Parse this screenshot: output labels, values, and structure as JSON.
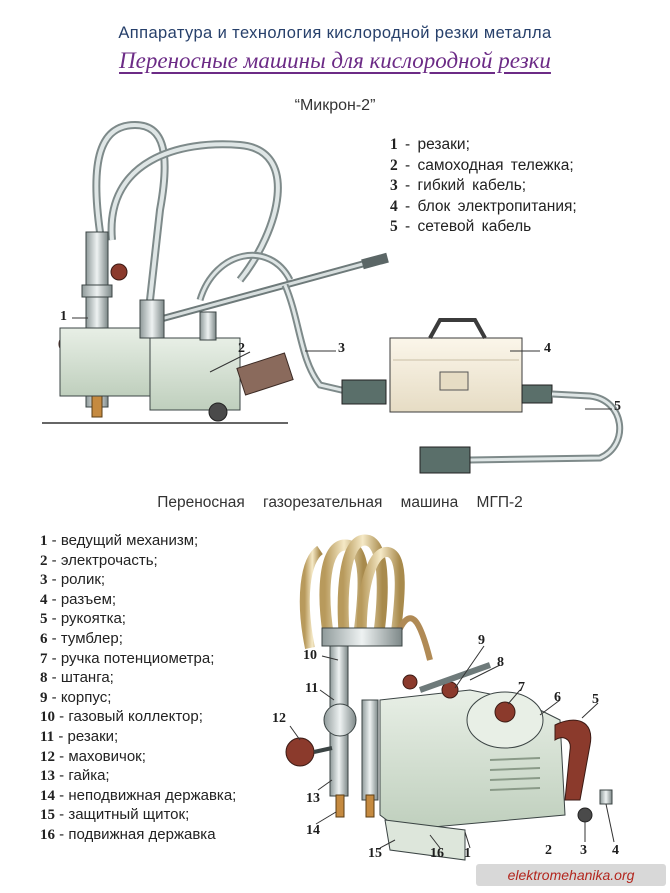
{
  "header": {
    "title": "Аппаратура и технология кислородной резки металла",
    "subtitle": "Переносные машины для кислородной резки"
  },
  "machine1": {
    "title": "“Микрон-2”",
    "legend": [
      {
        "num": "1",
        "text": " - резаки;"
      },
      {
        "num": "2",
        "text": " - самоходная тележка;"
      },
      {
        "num": "3",
        "text": " - гибкий кабель;"
      },
      {
        "num": "4",
        "text": " - блок электропитания;"
      },
      {
        "num": "5",
        "text": " - сетевой кабель"
      }
    ],
    "callouts": [
      "1",
      "2",
      "3",
      "4",
      "5"
    ]
  },
  "machine2": {
    "title": "Переносная газорезательная машина МГП-2",
    "legend": [
      {
        "num": "1",
        "text": " - ведущий механизм;"
      },
      {
        "num": "2",
        "text": " - электрочасть;"
      },
      {
        "num": "3",
        "text": " - ролик;"
      },
      {
        "num": "4",
        "text": " - разъем;"
      },
      {
        "num": "5",
        "text": " - рукоятка;"
      },
      {
        "num": "6",
        "text": " - тумблер;"
      },
      {
        "num": "7",
        "text": " - ручка потенциометра;"
      },
      {
        "num": "8",
        "text": " - штанга;"
      },
      {
        "num": "9",
        "text": " - корпус;"
      },
      {
        "num": "10",
        "text": " - газовый коллектор;"
      },
      {
        "num": "11",
        "text": " - резаки;"
      },
      {
        "num": "12",
        "text": " - маховичок;"
      },
      {
        "num": "13",
        "text": " - гайка;"
      },
      {
        "num": "14",
        "text": " - неподвижная державка;"
      },
      {
        "num": "15",
        "text": " - защитный щиток;"
      },
      {
        "num": "16",
        "text": " - подвижная державка"
      }
    ],
    "callouts": [
      "10",
      "9",
      "8",
      "7",
      "6",
      "5",
      "11",
      "12",
      "13",
      "14",
      "15",
      "16",
      "1",
      "2",
      "3",
      "4"
    ]
  },
  "watermark": "elektromehanika.org",
  "colors": {
    "title_blue": "#27406b",
    "subtitle_purple": "#6c2b86",
    "machine_body": "#d9e5d6",
    "power_box": "#f2ead7",
    "knob_red": "#8b3a2c",
    "hose": "#e4d9b7"
  }
}
